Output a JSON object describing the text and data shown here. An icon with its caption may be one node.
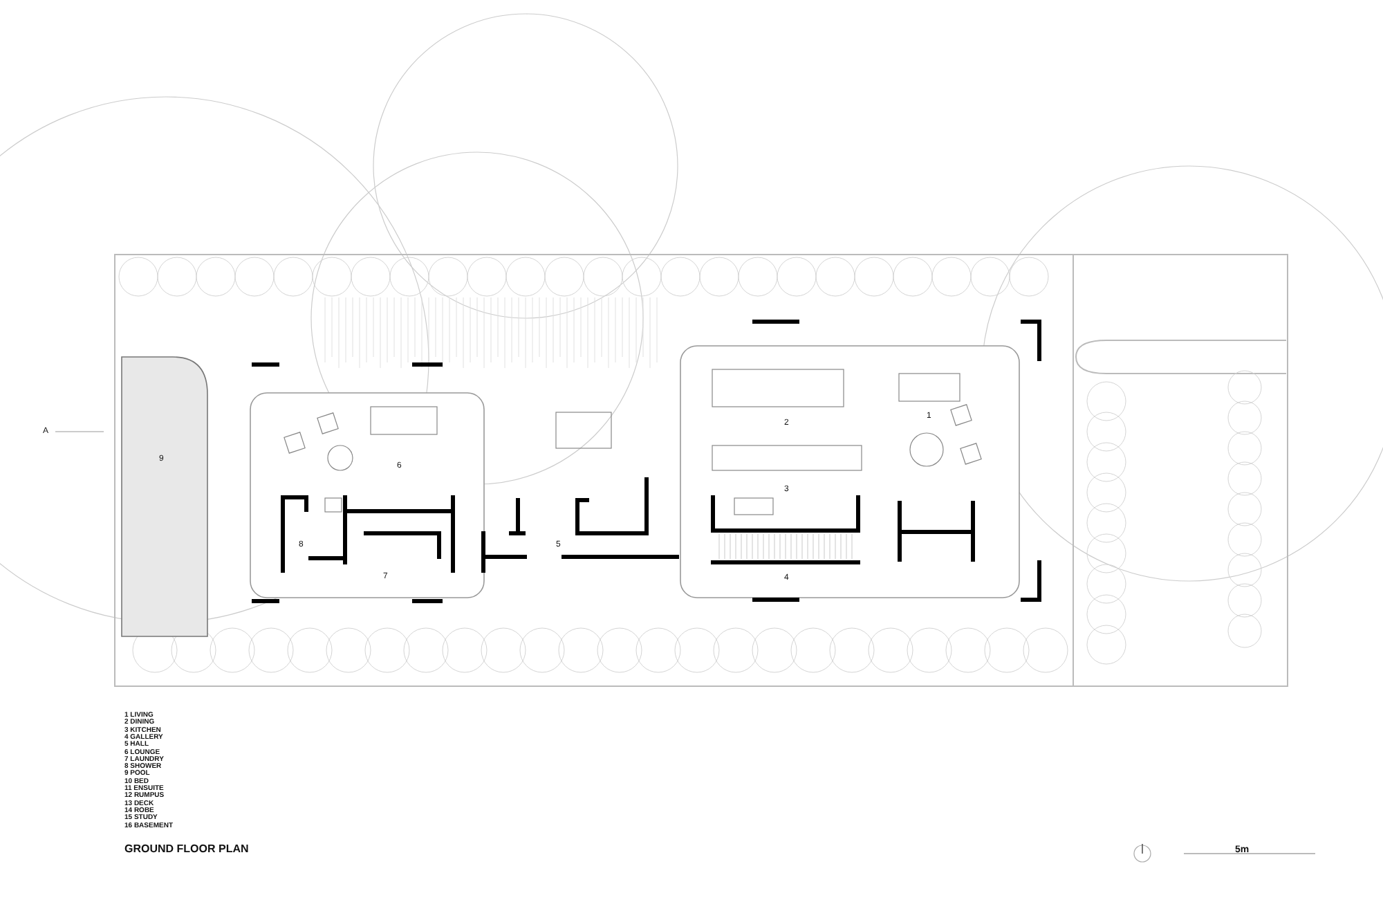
{
  "diagram": {
    "title": "GROUND FLOOR PLAN",
    "labels": [
      "1",
      "2",
      "A",
      "9",
      "6",
      "3",
      "8",
      "5",
      "4",
      "7",
      "1 LIVING",
      "2 DINING",
      "3 KITCHEN",
      "4 GALLERY",
      "5 HALL",
      "6 LOUNGE",
      "7 LAUNDRY",
      "8 SHOWER",
      "9 POOL",
      "10 BED",
      "11 ENSUITE",
      "12 RUMPUS",
      "13 DECK",
      "14 ROBE",
      "15 STUDY",
      "16 BASEMENT",
      "5m"
    ]
  }
}
